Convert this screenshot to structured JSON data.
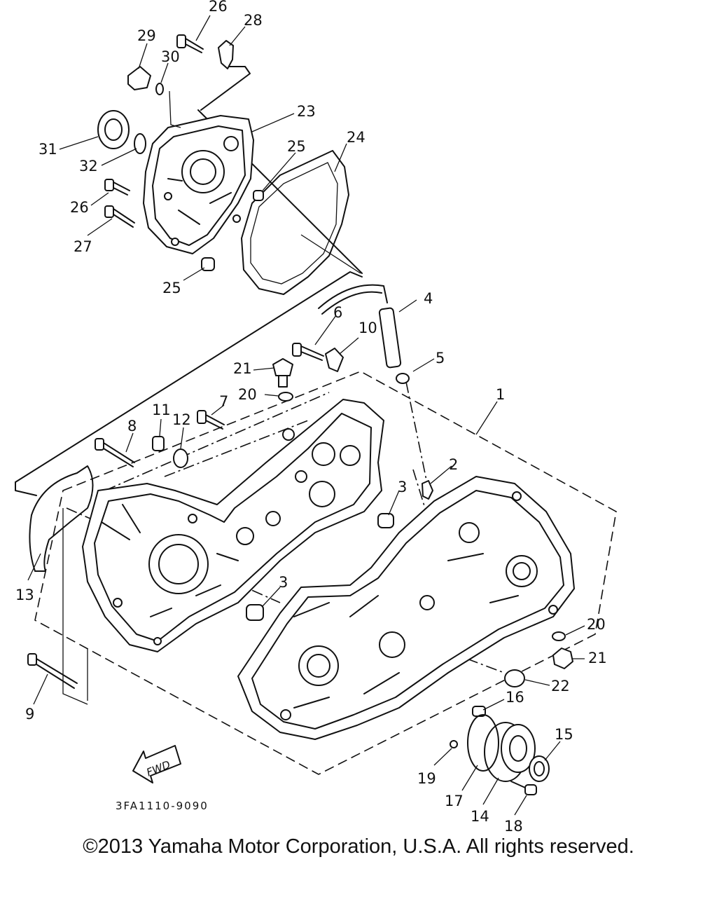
{
  "diagram": {
    "callouts": [
      {
        "id": "c26a",
        "label": "26"
      },
      {
        "id": "c28",
        "label": "28"
      },
      {
        "id": "c29",
        "label": "29"
      },
      {
        "id": "c30",
        "label": "30"
      },
      {
        "id": "c23",
        "label": "23"
      },
      {
        "id": "c31",
        "label": "31"
      },
      {
        "id": "c32",
        "label": "32"
      },
      {
        "id": "c25a",
        "label": "25"
      },
      {
        "id": "c24",
        "label": "24"
      },
      {
        "id": "c26b",
        "label": "26"
      },
      {
        "id": "c27",
        "label": "27"
      },
      {
        "id": "c25b",
        "label": "25"
      },
      {
        "id": "c4",
        "label": "4"
      },
      {
        "id": "c6",
        "label": "6"
      },
      {
        "id": "c10",
        "label": "10"
      },
      {
        "id": "c5",
        "label": "5"
      },
      {
        "id": "c21a",
        "label": "21"
      },
      {
        "id": "c20a",
        "label": "20"
      },
      {
        "id": "c7",
        "label": "7"
      },
      {
        "id": "c1",
        "label": "1"
      },
      {
        "id": "c11",
        "label": "11"
      },
      {
        "id": "c12",
        "label": "12"
      },
      {
        "id": "c8",
        "label": "8"
      },
      {
        "id": "c2",
        "label": "2"
      },
      {
        "id": "c3a",
        "label": "3"
      },
      {
        "id": "c13",
        "label": "13"
      },
      {
        "id": "c3b",
        "label": "3"
      },
      {
        "id": "c20b",
        "label": "20"
      },
      {
        "id": "c21b",
        "label": "21"
      },
      {
        "id": "c22",
        "label": "22"
      },
      {
        "id": "c9",
        "label": "9"
      },
      {
        "id": "c16",
        "label": "16"
      },
      {
        "id": "c15",
        "label": "15"
      },
      {
        "id": "c19",
        "label": "19"
      },
      {
        "id": "c17",
        "label": "17"
      },
      {
        "id": "c14",
        "label": "14"
      },
      {
        "id": "c18",
        "label": "18"
      }
    ],
    "fwd_label": "FWD",
    "drawing_code": "3FA1110-9090"
  },
  "copyright": "©2013 Yamaha Motor Corporation, U.S.A. All rights reserved."
}
